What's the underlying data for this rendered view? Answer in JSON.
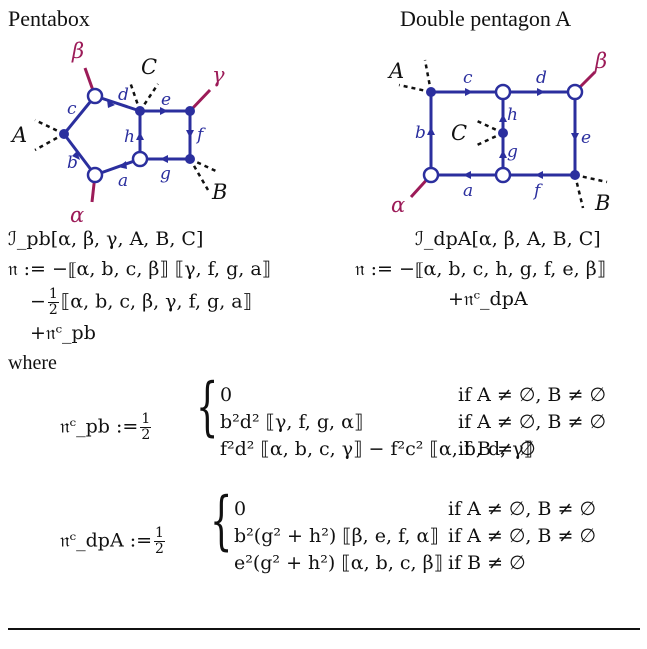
{
  "left": {
    "title": "Pentabox",
    "integral": "ℐ_pb[α, β, γ, A, B, C]",
    "n_line1": "𝔫 := −⟦α, b, c, β⟧ ⟦γ, f, g, a⟧",
    "n_line2_rest": "⟦α, b, c, β, γ, f, g, a⟧",
    "n_line3": "+𝔫ᶜ_pb",
    "half_num": "1",
    "half_den": "2",
    "diagram_labels": {
      "beta": "β",
      "gamma": "γ",
      "alpha": "α",
      "A": "A",
      "B": "B",
      "C": "C",
      "a": "a",
      "b": "b",
      "c": "c",
      "d": "d",
      "e": "e",
      "f": "f",
      "g": "g",
      "h": "h"
    },
    "colors": {
      "edge": "#2b2f9e",
      "external": "#9c1b58"
    }
  },
  "right": {
    "title": "Double pentagon A",
    "integral": "ℐ_dpA[α, β, A, B, C]",
    "n_line1": "𝔫 := −⟦α, b, c, h, g, f, e, β⟧",
    "n_line2": "+𝔫ᶜ_dpA",
    "diagram_labels": {
      "beta": "β",
      "alpha": "α",
      "A": "A",
      "B": "B",
      "C": "C",
      "a": "a",
      "b": "b",
      "c": "c",
      "d": "d",
      "e": "e",
      "f": "f",
      "g": "g",
      "h": "h"
    }
  },
  "where": "where",
  "eq_pb": {
    "lhs": "𝔫ᶜ_pb :=",
    "cases": [
      {
        "expr": "0",
        "cond": "if A ≠ ∅, B ≠ ∅"
      },
      {
        "expr": "b²d² ⟦γ, f, g, α⟧",
        "cond": "if A ≠ ∅, B ≠ ∅"
      },
      {
        "expr": "f²d² ⟦α, b, c, γ⟧ − f²c² ⟦α, b, d, γ⟧",
        "cond": "if B ≠ ∅"
      }
    ]
  },
  "eq_dpA": {
    "lhs": "𝔫ᶜ_dpA :=",
    "cases": [
      {
        "expr": "0",
        "cond": "if A ≠ ∅, B ≠ ∅"
      },
      {
        "expr": "b²(g² + h²) ⟦β, e, f, α⟧",
        "cond": "if A ≠ ∅, B ≠ ∅"
      },
      {
        "expr": "e²(g² + h²) ⟦α, b, c, β⟧",
        "cond": "if B ≠ ∅"
      }
    ]
  }
}
